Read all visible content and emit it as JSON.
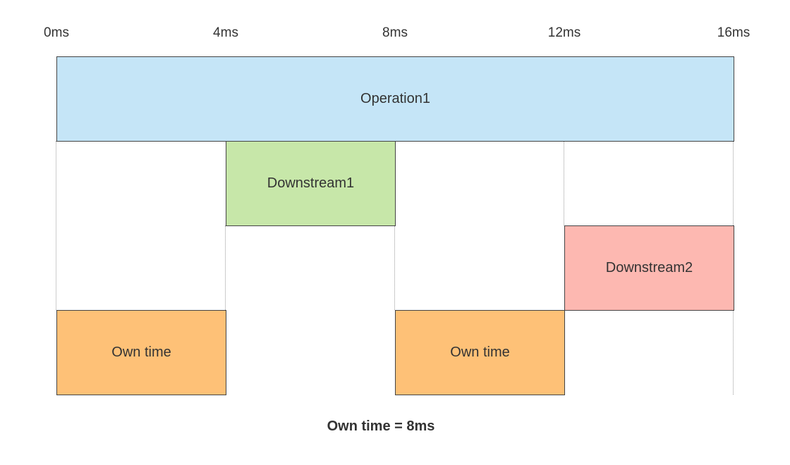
{
  "axis": {
    "ticks": [
      {
        "value": 0,
        "label": "0ms"
      },
      {
        "value": 4,
        "label": "4ms"
      },
      {
        "value": 8,
        "label": "8ms"
      },
      {
        "value": 12,
        "label": "12ms"
      },
      {
        "value": 16,
        "label": "16ms"
      }
    ],
    "unit": "ms",
    "range": [
      0,
      16
    ]
  },
  "spans": [
    {
      "id": "operation1",
      "label": "Operation1",
      "start": 0,
      "end": 16,
      "row": 0,
      "color": "#c5e5f7"
    },
    {
      "id": "downstream1",
      "label": "Downstream1",
      "start": 4,
      "end": 8,
      "row": 1,
      "color": "#c7e7a9"
    },
    {
      "id": "downstream2",
      "label": "Downstream2",
      "start": 12,
      "end": 16,
      "row": 2,
      "color": "#fdb8b1"
    },
    {
      "id": "own-time-1",
      "label": "Own time",
      "start": 0,
      "end": 4,
      "row": 3,
      "color": "#fec177"
    },
    {
      "id": "own-time-2",
      "label": "Own time",
      "start": 8,
      "end": 12,
      "row": 3,
      "color": "#fec177"
    }
  ],
  "guides": [
    {
      "at": 0,
      "from_row": 1,
      "to_row": 3
    },
    {
      "at": 4,
      "from_row": 2,
      "to_row": 3
    },
    {
      "at": 8,
      "from_row": 2,
      "to_row": 3
    },
    {
      "at": 12,
      "from_row": 1,
      "to_row": 2
    },
    {
      "at": 16,
      "from_row": 1,
      "to_row": 2
    },
    {
      "at": 16,
      "from_row": 3,
      "to_row": 4
    }
  ],
  "caption": "Own time = 8ms"
}
